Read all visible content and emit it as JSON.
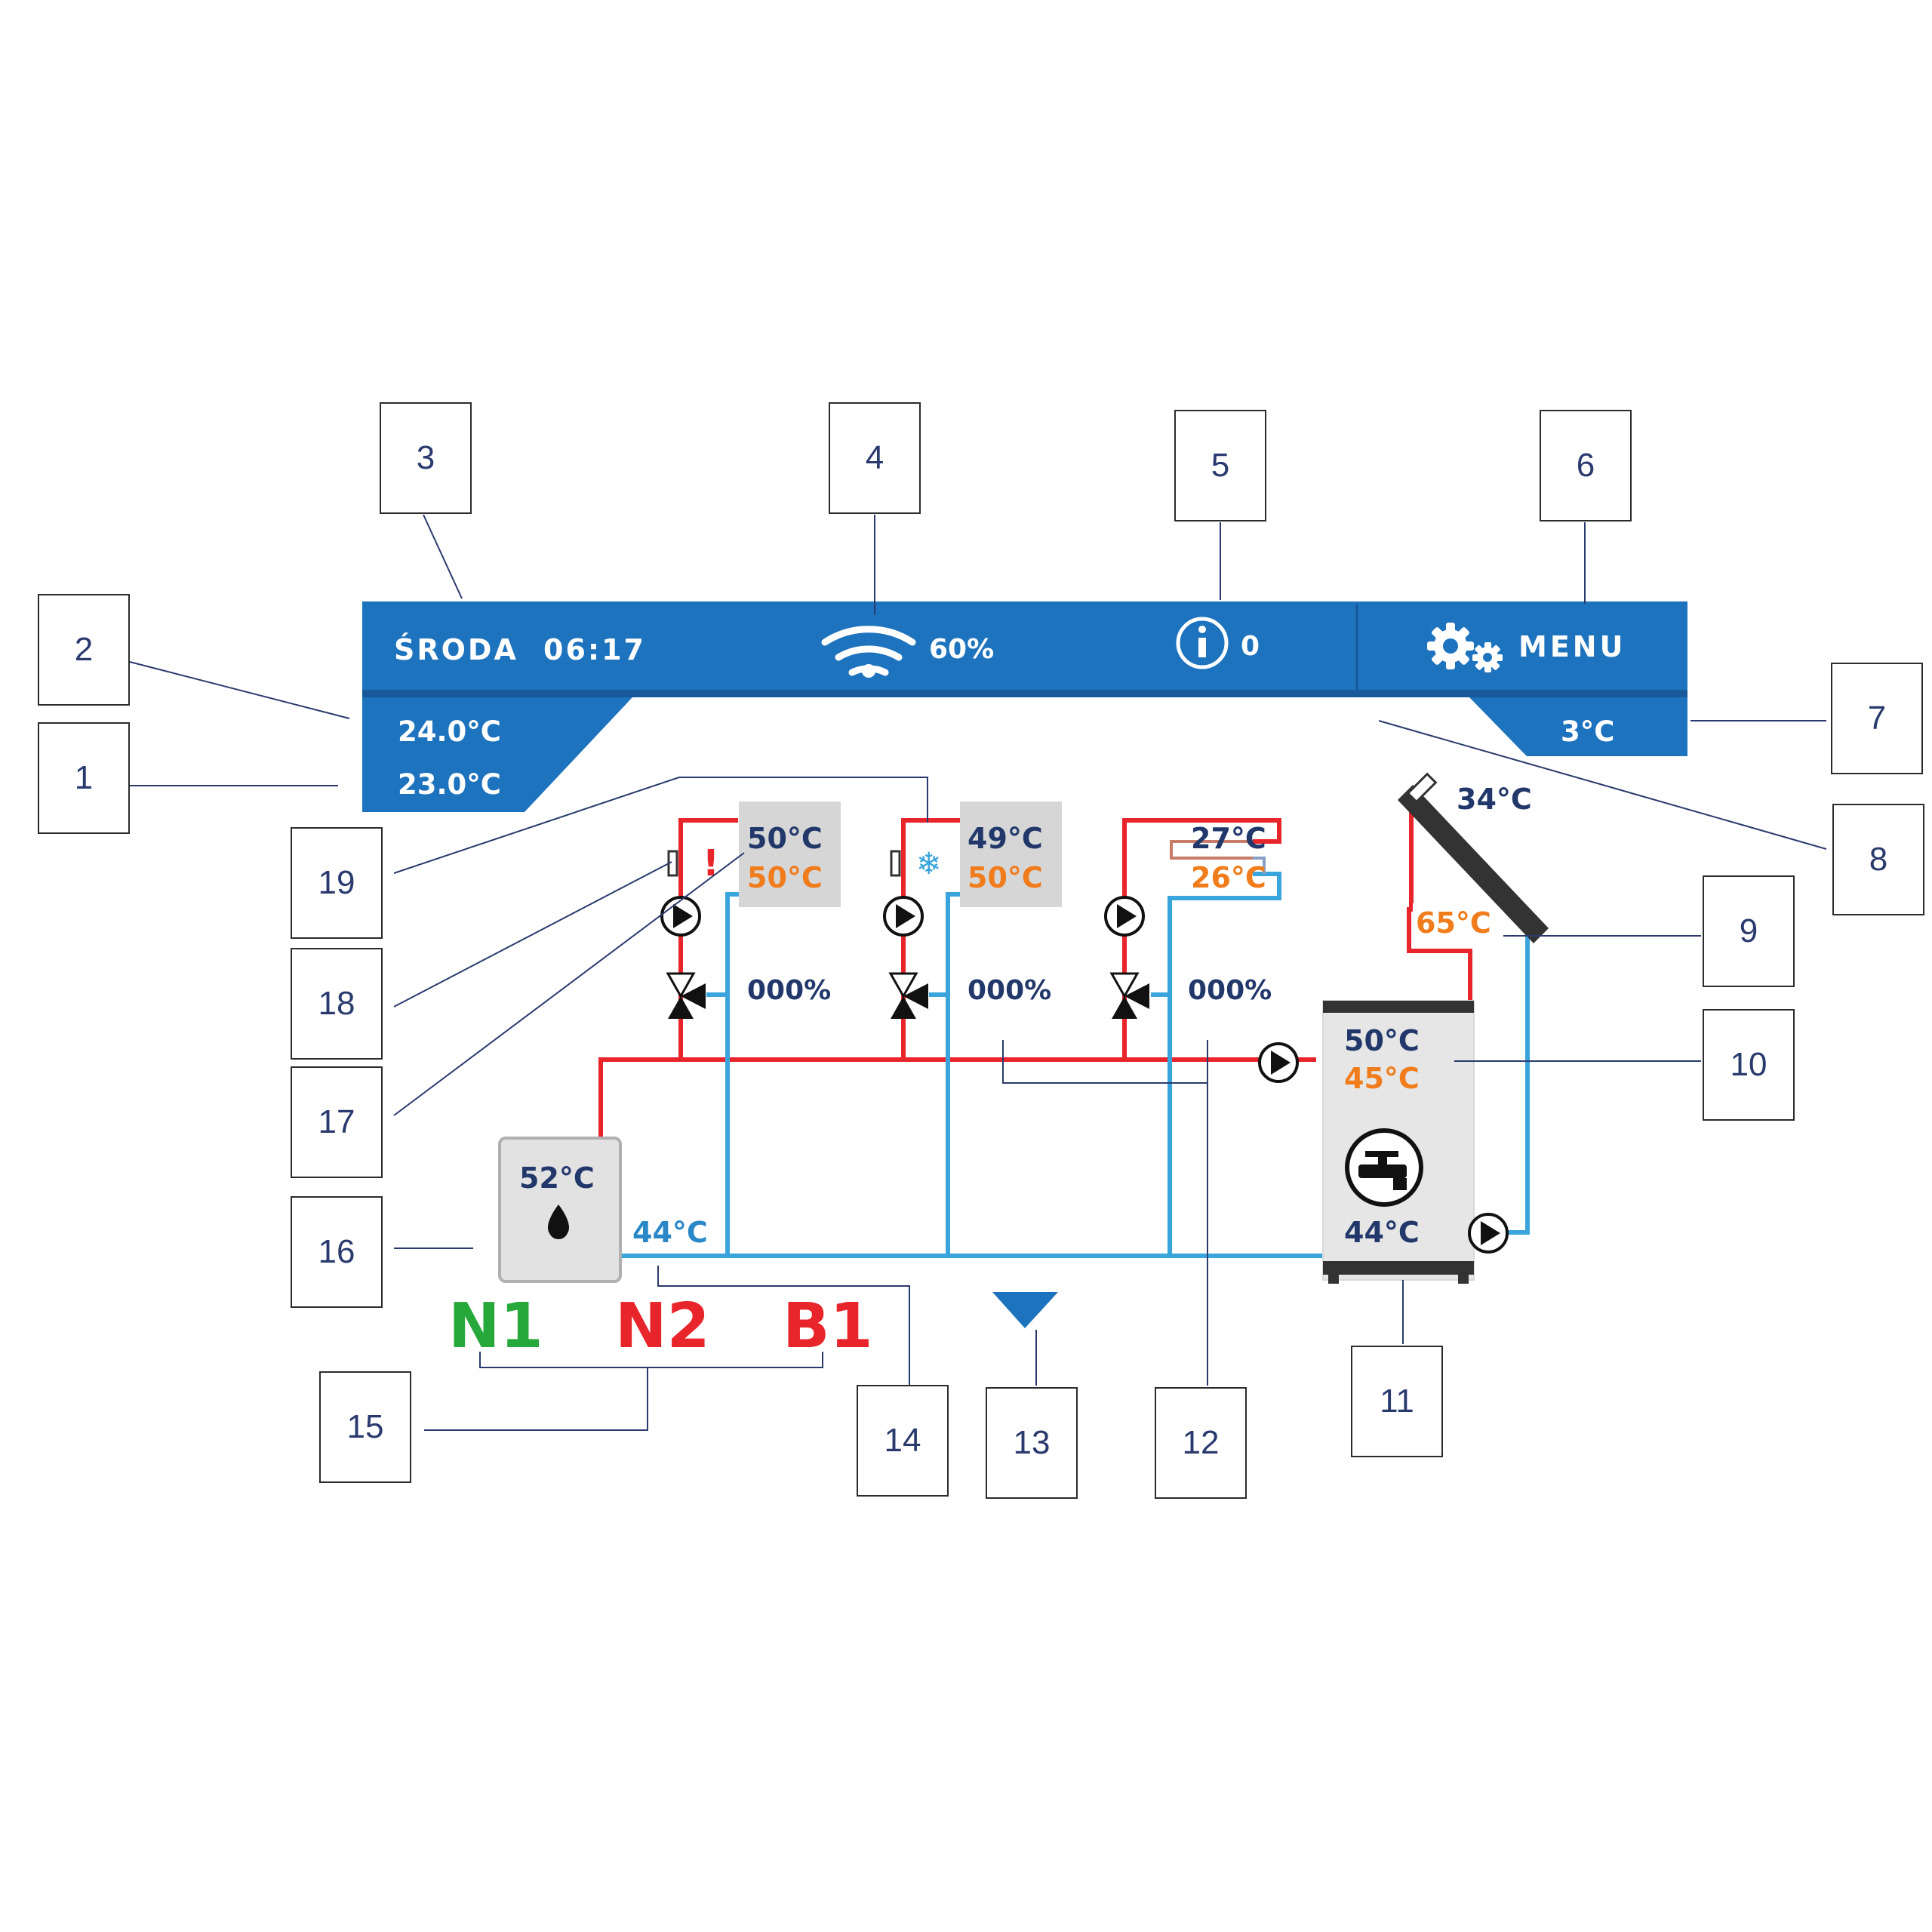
{
  "header": {
    "day": "ŚRODA",
    "time": "06:17",
    "wifi_strength": "60%",
    "info_count": "0",
    "menu_label": "MENU",
    "room_temp_current": "24.0°C",
    "room_temp_set": "23.0°C",
    "outdoor_temp": "3°C"
  },
  "circuits": [
    {
      "temp_current": "50°C",
      "temp_set": "50°C",
      "status": "!",
      "valve_open": "000%"
    },
    {
      "temp_current": "49°C",
      "temp_set": "50°C",
      "status": "❄",
      "valve_open": "000%"
    },
    {
      "temp_current": "27°C",
      "temp_set": "26°C",
      "valve_open": "000%"
    }
  ],
  "solar": {
    "collector_temp": "34°C",
    "return_temp": "65°C"
  },
  "dhw_tank": {
    "top_temp": "50°C",
    "set_temp": "45°C",
    "bottom_temp": "44°C"
  },
  "boiler": {
    "temp": "52°C",
    "return_temp": "44°C"
  },
  "modules": [
    {
      "label": "N1",
      "color": "#27a83a"
    },
    {
      "label": "N2",
      "color": "#e8252b"
    },
    {
      "label": "B1",
      "color": "#e8252b"
    }
  ],
  "callouts": [
    "1",
    "2",
    "3",
    "4",
    "5",
    "6",
    "7",
    "8",
    "9",
    "10",
    "11",
    "12",
    "13",
    "14",
    "15",
    "16",
    "17",
    "18",
    "19"
  ],
  "colors": {
    "header_blue": "#1e73be",
    "dark_navy": "#22386b",
    "orange": "#f07c1c",
    "pipe_red": "#e8252b",
    "pipe_blue": "#3aa5dc",
    "callout_line": "#2a3a6e"
  }
}
